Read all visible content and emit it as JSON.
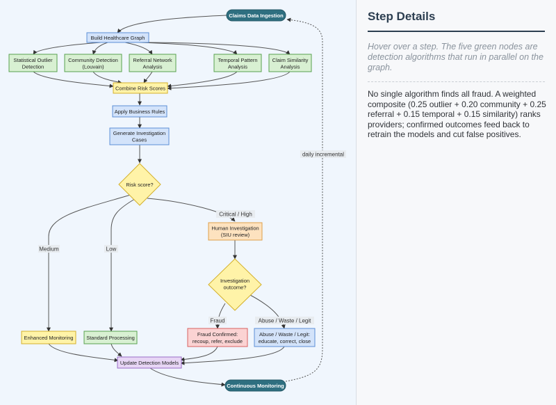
{
  "diagram": {
    "nodes": {
      "ingest": "Claims Data Ingestion",
      "build_graph": "Build Healthcare Graph",
      "outlier": [
        "Statistical Outlier",
        "Detection"
      ],
      "community": [
        "Community Detection",
        "(Louvain)"
      ],
      "referral": [
        "Referral Network",
        "Analysis"
      ],
      "temporal": [
        "Temporal Pattern",
        "Analysis"
      ],
      "similarity": [
        "Claim Similarity",
        "Analysis"
      ],
      "combine": "Combine Risk Scores",
      "business_rules": "Apply Business Rules",
      "gen_cases": [
        "Generate Investigation",
        "Cases"
      ],
      "risk_score": "Risk score?",
      "human": [
        "Human Investigation",
        "(SIU review)"
      ],
      "outcome": [
        "Investigation",
        "outcome?"
      ],
      "enhanced": "Enhanced Monitoring",
      "standard": "Standard Processing",
      "fraud": [
        "Fraud Confirmed:",
        "recoup, refer, exclude"
      ],
      "abuse": [
        "Abuse / Waste / Legit:",
        "educate, correct, close"
      ],
      "update": "Update Detection Models",
      "continuous": "Continuous Monitoring"
    },
    "edge_labels": {
      "medium": "Medium",
      "low": "Low",
      "critical_high": "Critical / High",
      "fraud": "Fraud",
      "abuse": "Abuse / Waste / Legit",
      "daily": "daily incremental"
    },
    "colors": {
      "terminal": "#2e6f80",
      "blue_fill": "#d3e3fa",
      "blue_stroke": "#5b8fd6",
      "green_fill": "#d8f0d2",
      "green_stroke": "#58a14e",
      "yellow_fill": "#fff3a8",
      "yellow_stroke": "#d4b02a",
      "orange_fill": "#fde2bf",
      "orange_stroke": "#dea04a",
      "red_fill": "#fbd3d3",
      "red_stroke": "#d96060",
      "purple_fill": "#e7d6f5",
      "purple_stroke": "#9a6cc7"
    }
  },
  "panel": {
    "title": "Step Details",
    "hint": "Hover over a step. The five green nodes are detection algorithms that run in parallel on the graph.",
    "body": "No single algorithm finds all fraud. A weighted composite (0.25 outlier + 0.20 community + 0.25 referral + 0.15 temporal + 0.15 similarity) ranks providers; confirmed outcomes feed back to retrain the models and cut false positives."
  }
}
